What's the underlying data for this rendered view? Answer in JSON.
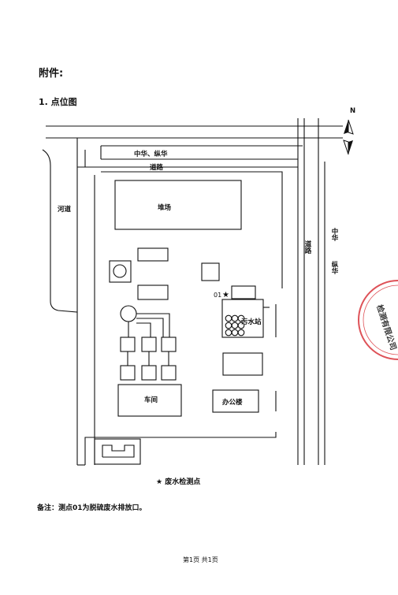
{
  "header": {
    "attachment": "附件:"
  },
  "section": {
    "title": "1. 点位图"
  },
  "map": {
    "north": "N",
    "roads": {
      "north_road": "中华、纵华",
      "inner_road_top": "道路",
      "inner_road_right": "道路",
      "east_road_top": "中华",
      "east_road_bottom": "纵华",
      "west_river": "河道"
    },
    "buildings": {
      "yard": "堆场",
      "wastewater": "污水站",
      "workshop": "车间",
      "office": "办公楼"
    },
    "point": {
      "id": "01",
      "marker": "★"
    }
  },
  "legend": {
    "text": "★ 废水检测点"
  },
  "note": {
    "text": "备注：测点01为脱硫废水排放口。"
  },
  "footer": {
    "page": "第1页  共1页"
  },
  "stamp": {
    "text": "检测有限公司",
    "color": "#d9343b"
  }
}
